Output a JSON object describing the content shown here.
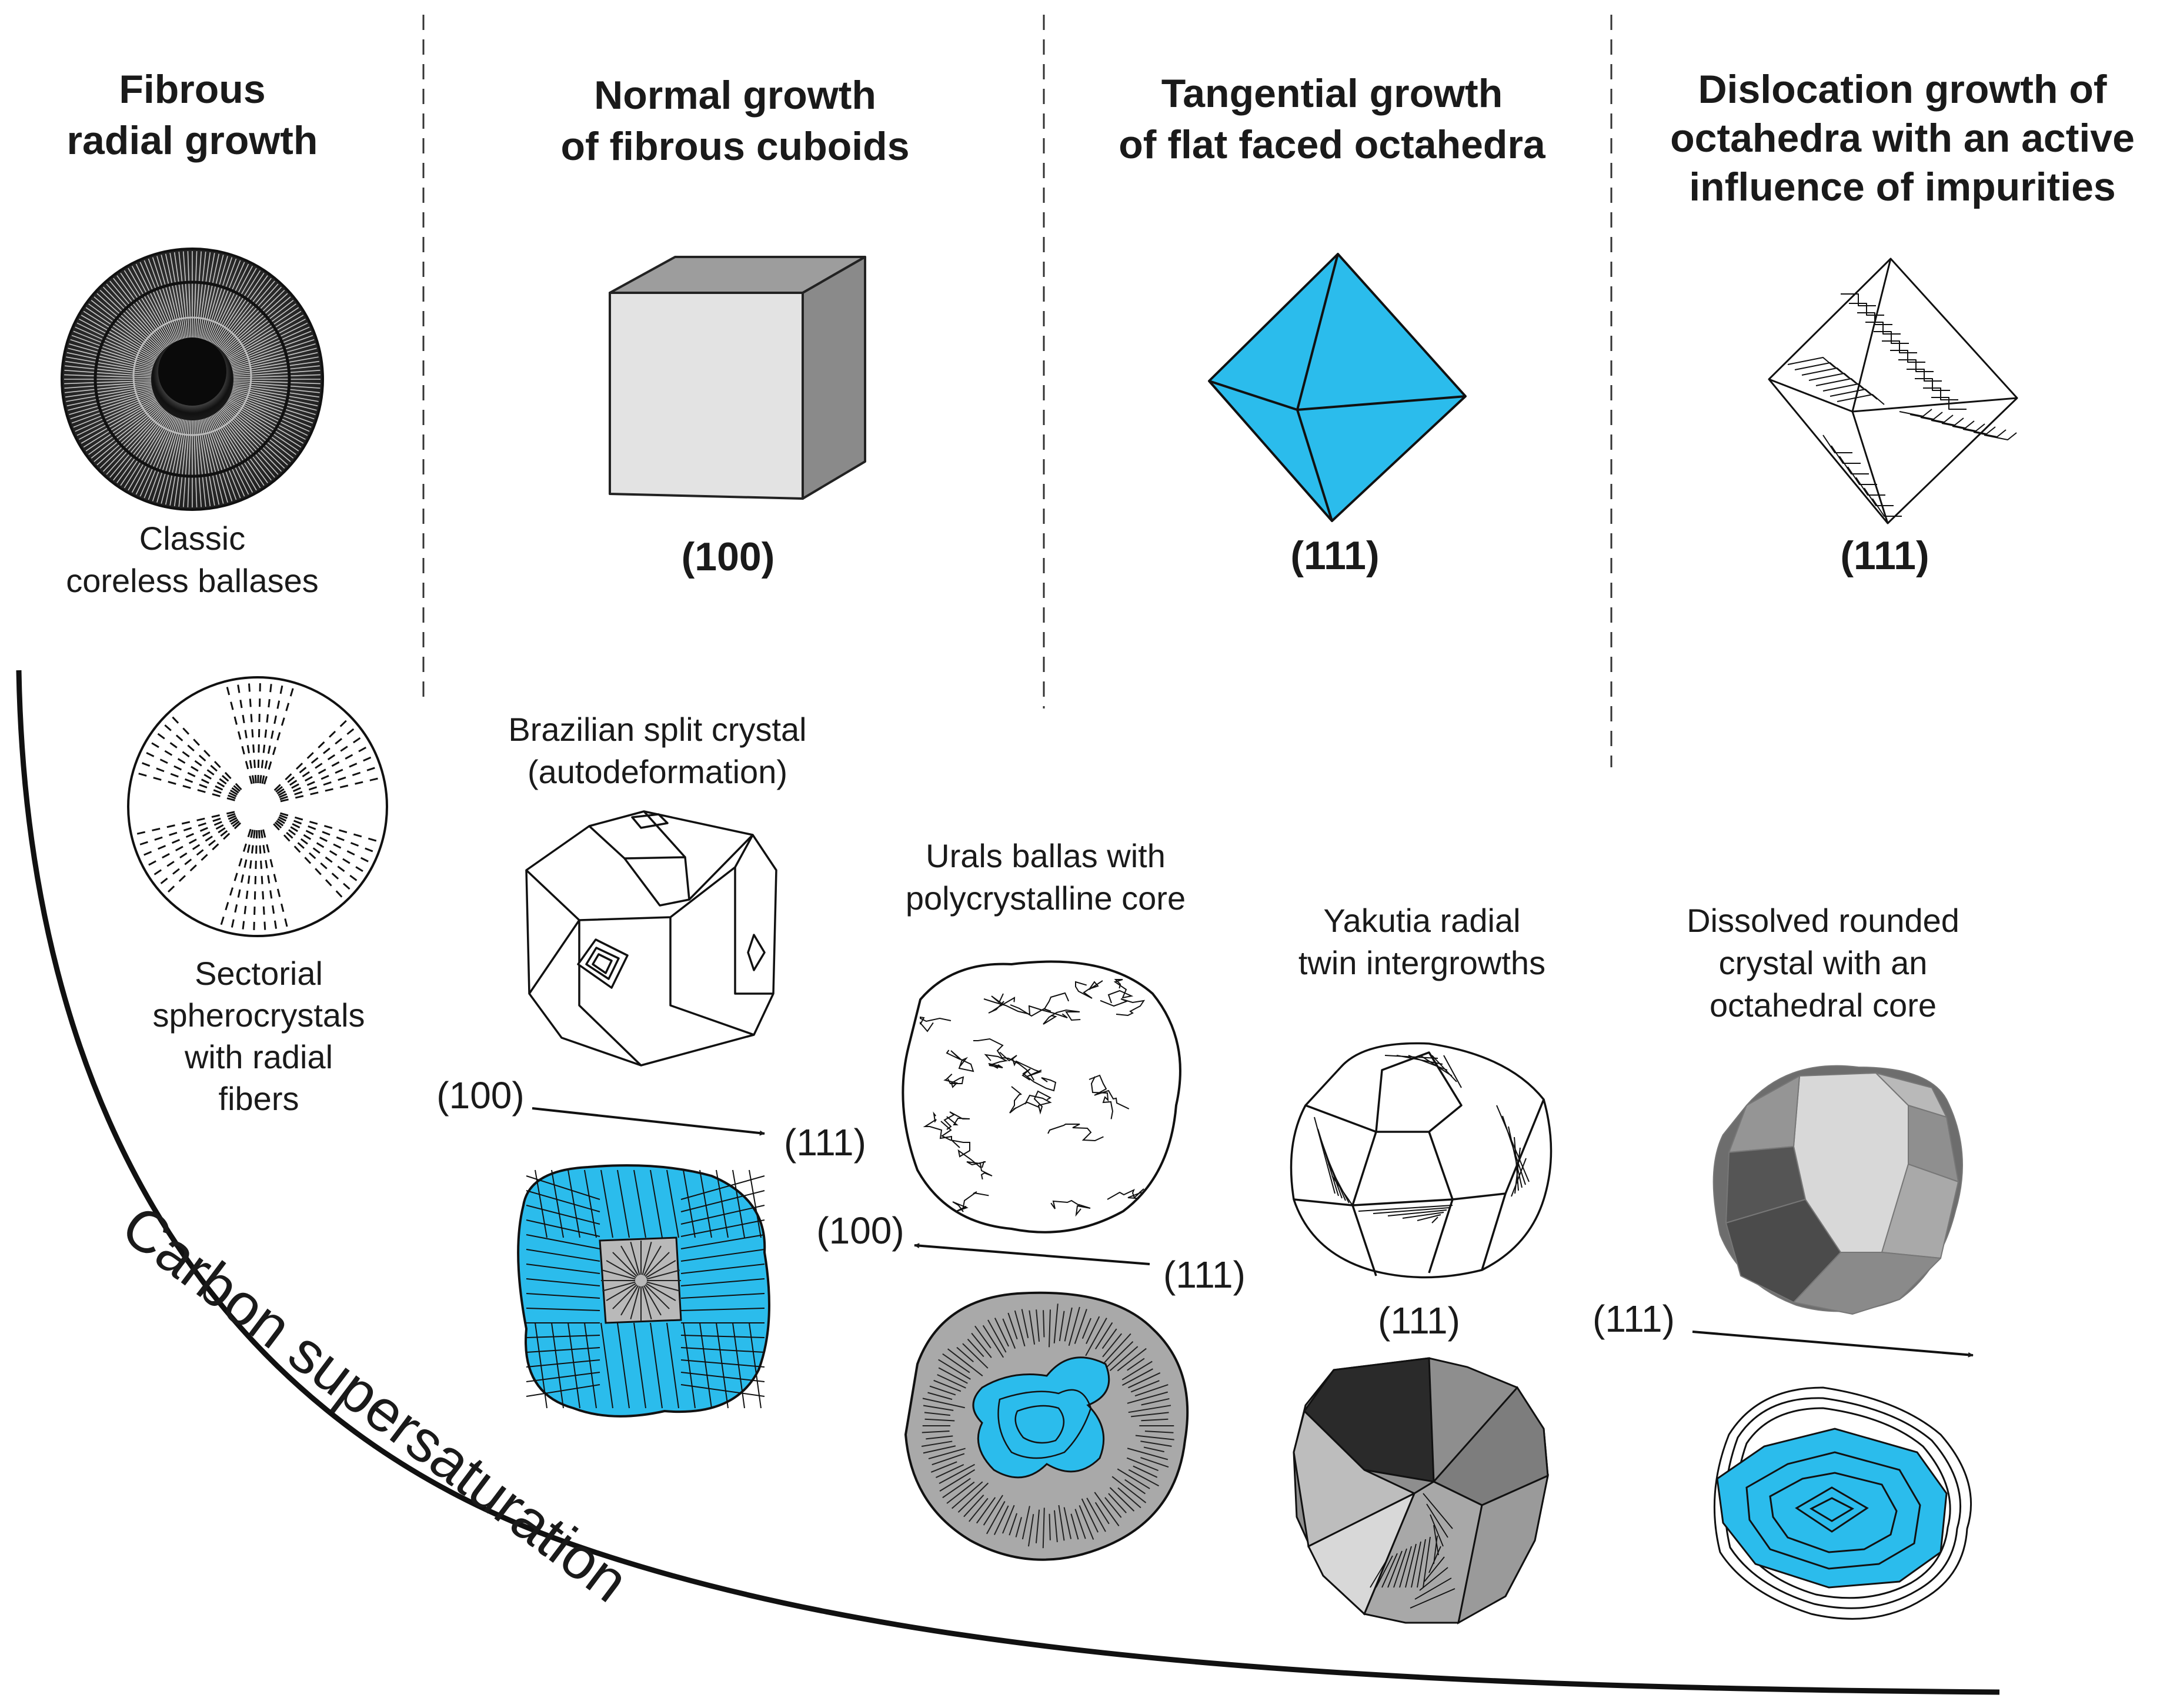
{
  "headers": {
    "col1": [
      "Fibrous",
      "radial growth"
    ],
    "col2": [
      "Normal growth",
      "of fibrous cuboids"
    ],
    "col3": [
      "Tangential growth",
      "of flat faced octahedra"
    ],
    "col4": [
      "Dislocation growth of",
      "octahedra with an active",
      "influence of impurities"
    ]
  },
  "indices": {
    "col2": "(100)",
    "col3": "(111)",
    "col4": "(111)"
  },
  "labels": {
    "classic": [
      "Classic",
      "coreless ballases"
    ],
    "sectorial": [
      "Sectorial",
      "spherocrystals",
      "with radial",
      "fibers"
    ],
    "brazilian": [
      "Brazilian split crystal",
      "(autodeformation)"
    ],
    "urals": [
      "Urals ballas with",
      "polycrystalline core"
    ],
    "yakutia": [
      "Yakutia radial",
      "twin intergrowths"
    ],
    "dissolved": [
      "Dissolved rounded",
      "crystal with an",
      "octahedral core"
    ]
  },
  "arrows": {
    "brazilian_from": "(100)",
    "brazilian_to": "(111)",
    "urals_from": "(111)",
    "urals_to": "(100)",
    "yakutia_index": "(111)",
    "dissolved_from": "(111)"
  },
  "axis_label": "Carbon supersaturation",
  "colors": {
    "accent": "#2bbcec",
    "cube_front": "#e3e3e3",
    "cube_top": "#9d9d9d",
    "cube_side": "#8a8a8a",
    "ink": "#1a1a1a"
  }
}
